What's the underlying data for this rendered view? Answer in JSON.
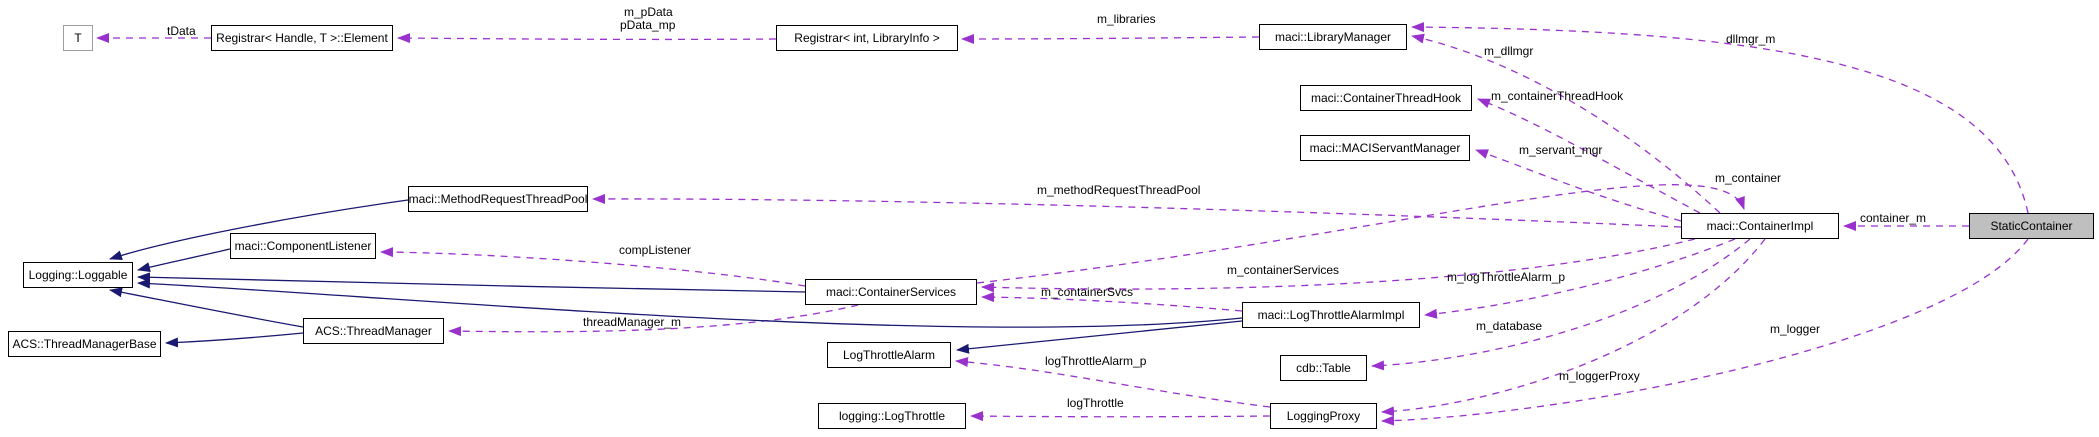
{
  "diagram": {
    "nodes": [
      {
        "id": "t",
        "label": "T"
      },
      {
        "id": "registrar_element",
        "label": "Registrar< Handle, T >::Element"
      },
      {
        "id": "registrar_libraryinfo",
        "label": "Registrar< int, LibraryInfo >"
      },
      {
        "id": "library_manager",
        "label": "maci::LibraryManager"
      },
      {
        "id": "container_thread_hook",
        "label": "maci::ContainerThreadHook"
      },
      {
        "id": "maci_servant_manager",
        "label": "maci::MACIServantManager"
      },
      {
        "id": "method_request_thread_pool",
        "label": "maci::MethodRequestThreadPool"
      },
      {
        "id": "container_impl",
        "label": "maci::ContainerImpl"
      },
      {
        "id": "static_container",
        "label": "StaticContainer"
      },
      {
        "id": "component_listener",
        "label": "maci::ComponentListener"
      },
      {
        "id": "loggable",
        "label": "Logging::Loggable"
      },
      {
        "id": "container_services",
        "label": "maci::ContainerServices"
      },
      {
        "id": "log_throttle_alarm_impl",
        "label": "maci::LogThrottleAlarmImpl"
      },
      {
        "id": "thread_manager",
        "label": "ACS::ThreadManager"
      },
      {
        "id": "thread_manager_base",
        "label": "ACS::ThreadManagerBase"
      },
      {
        "id": "log_throttle_alarm",
        "label": "LogThrottleAlarm"
      },
      {
        "id": "cdb_table",
        "label": "cdb::Table"
      },
      {
        "id": "logging_log_throttle",
        "label": "logging::LogThrottle"
      },
      {
        "id": "logging_proxy",
        "label": "LoggingProxy"
      }
    ],
    "edge_labels": [
      {
        "id": "tdata",
        "label": "tData"
      },
      {
        "id": "m_pdata",
        "label": "m_pData"
      },
      {
        "id": "pdata_mp",
        "label": "pData_mp"
      },
      {
        "id": "m_libraries",
        "label": "m_libraries"
      },
      {
        "id": "m_dllmgr",
        "label": "m_dllmgr"
      },
      {
        "id": "dllmgr_m",
        "label": "dllmgr_m"
      },
      {
        "id": "m_containerthreadhook",
        "label": "m_containerThreadHook"
      },
      {
        "id": "m_servant_mgr",
        "label": "m_servant_mgr"
      },
      {
        "id": "m_container",
        "label": "m_container"
      },
      {
        "id": "m_methodrequestthreadpool",
        "label": "m_methodRequestThreadPool"
      },
      {
        "id": "container_m",
        "label": "container_m"
      },
      {
        "id": "complistener",
        "label": "compListener"
      },
      {
        "id": "m_containerservices",
        "label": "m_containerServices"
      },
      {
        "id": "m_containersvcs",
        "label": "m_containerSvcs"
      },
      {
        "id": "m_logthrottlealarm_p",
        "label": "m_logThrottleAlarm_p"
      },
      {
        "id": "m_database",
        "label": "m_database"
      },
      {
        "id": "threadmanager_m",
        "label": "threadManager_m"
      },
      {
        "id": "logthrottlealarm_p",
        "label": "logThrottleAlarm_p"
      },
      {
        "id": "logthrottle",
        "label": "logThrottle"
      },
      {
        "id": "m_loggerproxy",
        "label": "m_loggerProxy"
      },
      {
        "id": "m_logger",
        "label": "m_logger"
      }
    ],
    "colors": {
      "usage_edge": "#9932cc",
      "inheritance_edge": "#191970",
      "node_fill": "#ffffff",
      "node_border": "#000000",
      "selected_node_fill": "#bfbfbf",
      "template_node_border": "#9e9e9e",
      "background": "#ffffff"
    }
  }
}
